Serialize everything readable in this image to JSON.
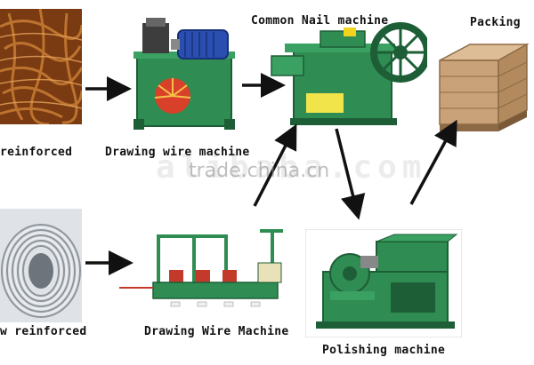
{
  "labels": {
    "rebar_top": "reinforced",
    "drawing_top": "Drawing wire machine",
    "nail_machine": "Common Nail machine",
    "packing": "Packing",
    "wire_bottom": "w reinforced",
    "drawing_bottom": "Drawing Wire Machine",
    "polishing": "Polishing machine"
  },
  "watermark": {
    "main": "trade.china.cn",
    "faint": "alibaba.com"
  },
  "colors": {
    "machine_green": "#2f8c52",
    "motor_blue": "#2a4fb0",
    "rust": "#a85a1e",
    "wood": "#c9a27a",
    "steel": "#b9bec4",
    "arrow": "#111111"
  },
  "icons": {
    "arrow": "arrow-right-icon"
  }
}
